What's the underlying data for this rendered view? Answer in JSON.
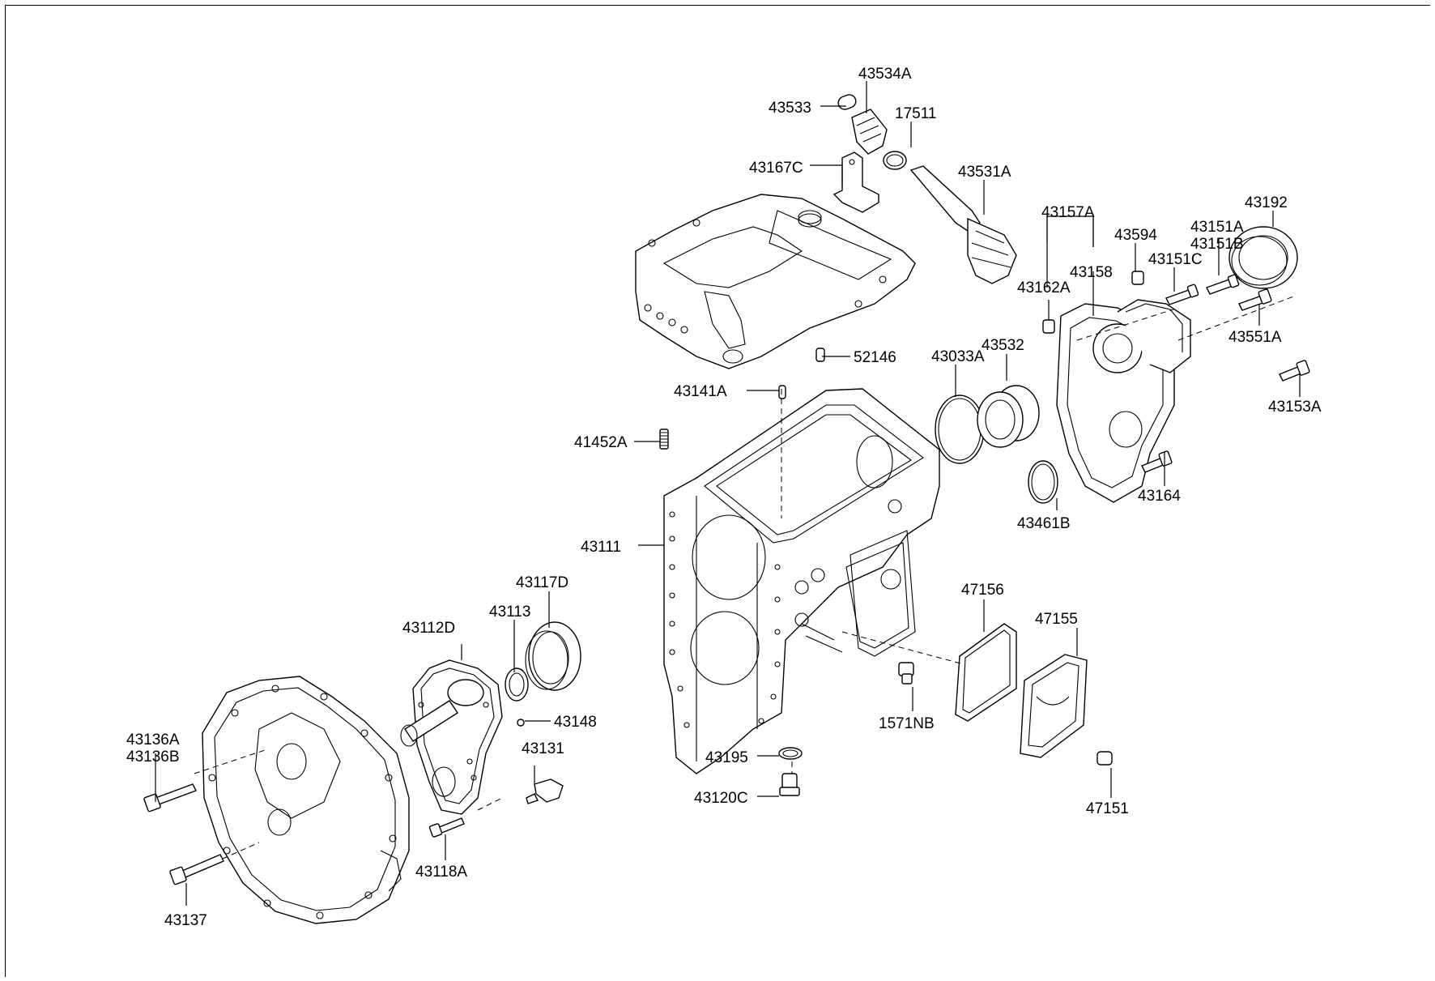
{
  "diagram": {
    "part_numbers": {
      "p43534A": "43534A",
      "p43533": "43533",
      "p17511": "17511",
      "p43167C": "43167C",
      "p43531A": "43531A",
      "p43157A": "43157A",
      "p43192": "43192",
      "p43594": "43594",
      "p43151A": "43151A",
      "p43151B": "43151B",
      "p43151C": "43151C",
      "p43158": "43158",
      "p43162A": "43162A",
      "p43551A": "43551A",
      "p43033A": "43033A",
      "p43532": "43532",
      "p52146": "52146",
      "p43153A": "43153A",
      "p43141A": "43141A",
      "p41452A": "41452A",
      "p43164": "43164",
      "p43461B": "43461B",
      "p43111": "43111",
      "p47156": "47156",
      "p43117D": "43117D",
      "p43113": "43113",
      "p47155": "47155",
      "p43112D": "43112D",
      "p43148": "43148",
      "p1571NB": "1571NB",
      "p43136A": "43136A",
      "p43136B": "43136B",
      "p43131": "43131",
      "p43195": "43195",
      "p47151": "47151",
      "p43120C": "43120C",
      "p43118A": "43118A",
      "p43137": "43137"
    }
  }
}
